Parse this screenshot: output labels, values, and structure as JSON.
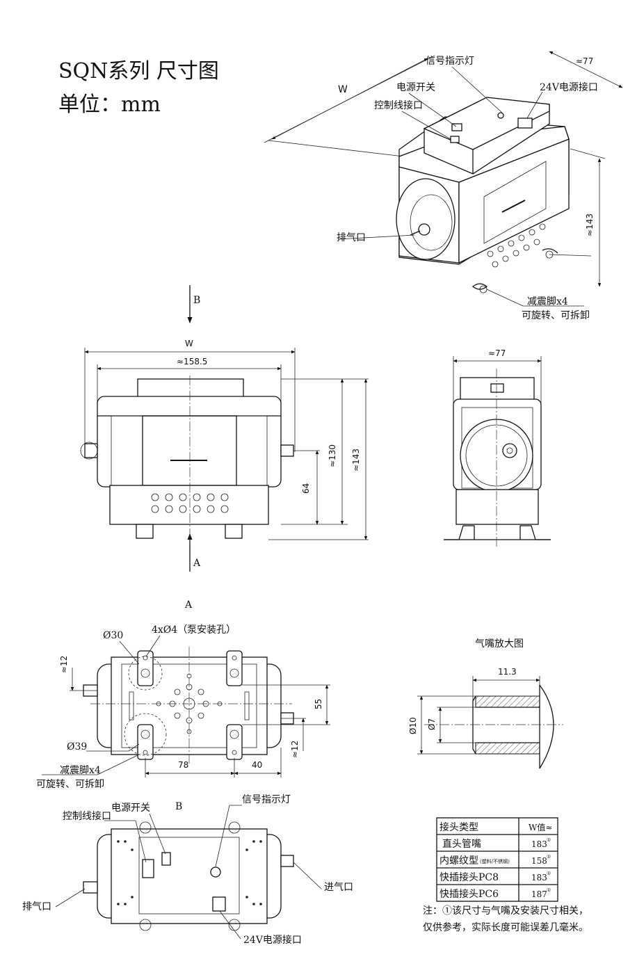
{
  "header": {
    "title": "SQN系列 尺寸图",
    "unit": "单位：mm"
  },
  "iso_view": {
    "signal_light": "信号指示灯",
    "power_switch": "电源开关",
    "control_port": "控制线接口",
    "power_24v": "24V电源接口",
    "exhaust": "排气口",
    "feet_line1": "减震脚x4",
    "feet_line2": "可旋转、可拆卸",
    "dim_w": "W",
    "dim_77": "≈77",
    "dim_143": "≈143"
  },
  "front_view": {
    "arrow_b": "B",
    "arrow_a": "A",
    "dim_w": "W",
    "dim_158": "≈158.5",
    "dim_130": "≈130",
    "dim_143": "≈143",
    "dim_64": "64"
  },
  "side_view": {
    "dim_77": "≈77"
  },
  "view_a": {
    "title": "A",
    "d30": "Ø30",
    "holes": "4xØ4（泵安装孔）",
    "d39": "Ø39",
    "dim_12_top": "≈12",
    "dim_12_bottom": "≈12",
    "dim_55": "55",
    "dim_78": "78",
    "dim_40": "40",
    "feet_line1": "减震脚x4",
    "feet_line2": "可旋转、可拆卸"
  },
  "nozzle": {
    "title": "气嘴放大图",
    "dim_113": "11.3",
    "dim_d10": "Ø10",
    "dim_d7": "Ø7"
  },
  "view_b": {
    "title": "B",
    "control_port": "控制线接口",
    "power_switch": "电源开关",
    "signal_light": "信号指示灯",
    "inlet": "进气口",
    "exhaust": "排气口",
    "power_24v": "24V电源接口"
  },
  "table": {
    "headers": [
      "接头类型",
      "W值≈"
    ],
    "rows": [
      {
        "type": "直头管嘴",
        "sub": "",
        "value": "183",
        "mark": "①"
      },
      {
        "type": "内螺纹型",
        "sub": "(塑料/不锈钢)",
        "value": "158",
        "mark": "①"
      },
      {
        "type": "快插接头PC8",
        "sub": "",
        "value": "183",
        "mark": "①"
      },
      {
        "type": "快插接头PC6",
        "sub": "",
        "value": "187",
        "mark": "①"
      }
    ]
  },
  "note": {
    "line1": "注：①该尺寸与气嘴及安装尺寸相关，",
    "line2": "仅供参考，实际长度可能误差几毫米。"
  }
}
